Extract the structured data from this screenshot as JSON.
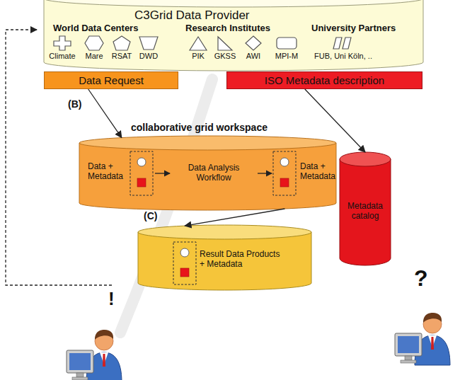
{
  "diagram": {
    "nodes": [
      {
        "text": [
          "C3Grid Data Provider"
        ]
      },
      {
        "text": [
          "Climate"
        ],
        "in": 0
      },
      {
        "text": [
          "Mare"
        ],
        "in": 0
      },
      {
        "text": [
          "RSAT"
        ],
        "in": 0
      },
      {
        "text": [
          "DWD"
        ],
        "in": 0
      },
      {
        "text": [
          "PIK"
        ],
        "in": 0
      },
      {
        "text": [
          "GKSS"
        ],
        "in": 0
      },
      {
        "text": [
          "AWI"
        ],
        "in": 0
      },
      {
        "text": [
          "MPI-M"
        ],
        "in": 0
      },
      {
        "text": [
          "FUB, Uni Köln, .."
        ],
        "in": 0
      },
      {
        "text": [
          "Data Request"
        ]
      },
      {
        "text": [
          "ISO Metadata description"
        ]
      },
      {
        "text": [
          "collaborative grid workspace",
          "Data + Metadata",
          "Data Analysis Workflow",
          "Data + Metadata"
        ]
      },
      {
        "text": [
          "Metadata catalog"
        ]
      },
      {
        "text": [
          "Result Data Products + Metadata"
        ]
      }
    ],
    "edges": [
      {
        "from": 10,
        "to": 12,
        "arrow": "to"
      },
      {
        "from": 12,
        "to": 14,
        "arrow": "to"
      },
      {
        "from": 11,
        "to": 13,
        "arrow": "to"
      }
    ],
    "labels": [
      "World Data Centers",
      "Research Institutes",
      "University Partners",
      "(B)",
      "(C)",
      "!",
      "?"
    ]
  }
}
